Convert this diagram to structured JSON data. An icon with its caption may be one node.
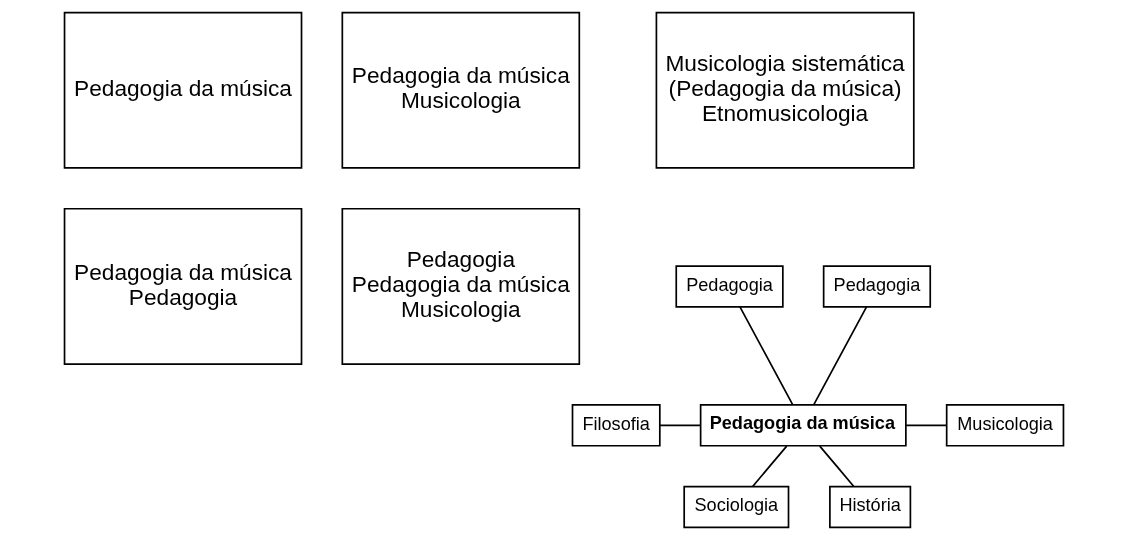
{
  "diagram": {
    "nodes": [
      {
        "text": [
          "Pedagogia da música"
        ]
      },
      {
        "text": [
          "Pedagogia da música",
          "Musicologia"
        ]
      },
      {
        "text": [
          "Musicologia sistemática",
          "(Pedagogia da música)",
          "Etnomusicologia"
        ]
      },
      {
        "text": [
          "Pedagogia da música",
          "Pedagogia"
        ]
      },
      {
        "text": [
          "Pedagogia",
          "Pedagogia da música",
          "Musicologia"
        ]
      },
      {
        "text": [
          "Pedagogia da música"
        ]
      },
      {
        "text": [
          "Pedagogia"
        ]
      },
      {
        "text": [
          "Pedagogia"
        ]
      },
      {
        "text": [
          "Filosofia"
        ]
      },
      {
        "text": [
          "Musicologia"
        ]
      },
      {
        "text": [
          "Sociologia"
        ]
      },
      {
        "text": [
          "História"
        ]
      }
    ],
    "edges": [
      {
        "from": 6,
        "to": 5,
        "arrow": "none"
      },
      {
        "from": 7,
        "to": 5,
        "arrow": "none"
      },
      {
        "from": 8,
        "to": 5,
        "arrow": "none"
      },
      {
        "from": 5,
        "to": 9,
        "arrow": "none"
      },
      {
        "from": 5,
        "to": 10,
        "arrow": "none"
      },
      {
        "from": 5,
        "to": 11,
        "arrow": "none"
      }
    ]
  }
}
